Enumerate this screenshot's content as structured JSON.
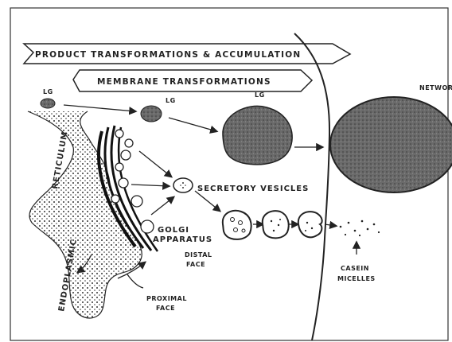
{
  "banners": {
    "top": "PRODUCT TRANSFORMATIONS & ACCUMULATION",
    "bottom": "MEMBRANE TRANSFORMATIONS"
  },
  "labels": {
    "lg1": "LG",
    "lg2": "LG",
    "lg3": "LG",
    "top_right": "NETWORK",
    "secretory": "SECRETORY VESICLES",
    "golgi_line1": "GOLGI",
    "golgi_line2": "APPARATUS",
    "distal_line1": "DISTAL",
    "distal_line2": "FACE",
    "proximal_line1": "PROXIMAL",
    "proximal_line2": "FACE",
    "casein_line1": "CASEIN",
    "casein_line2": "MICELLES",
    "reticulum": "RETICULUM",
    "endoplasmic": "ENDOPLASMIC"
  },
  "colors": {
    "ink": "#222222",
    "dark_fill": "#5a5a5a",
    "mid_fill": "#7a7a7a",
    "paper": "#ffffff",
    "frame": "#333333"
  }
}
